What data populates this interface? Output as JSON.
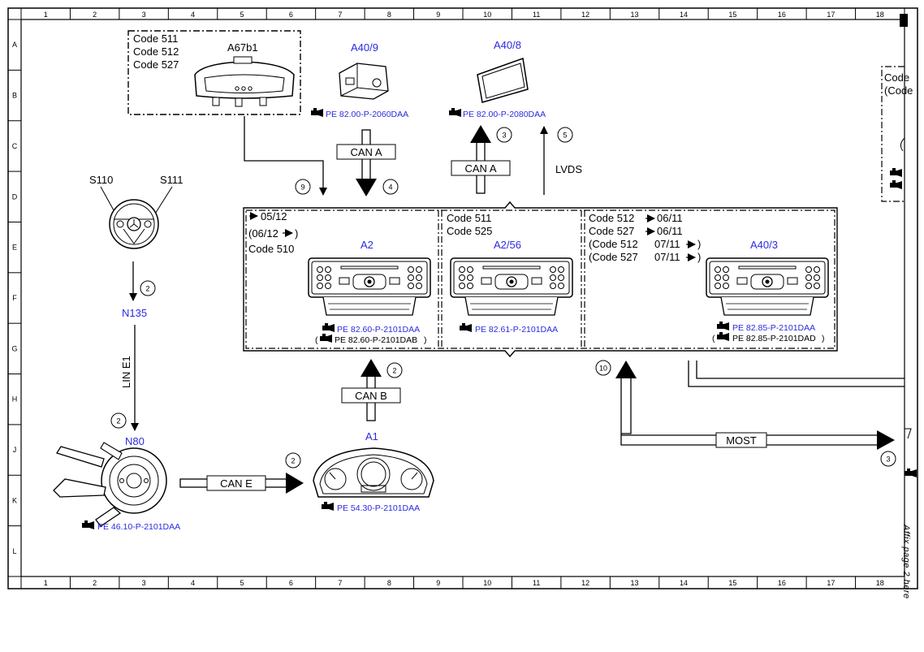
{
  "grid": {
    "columns": [
      "1",
      "2",
      "3",
      "4",
      "5",
      "6",
      "7",
      "8",
      "9",
      "10",
      "11",
      "12",
      "13",
      "14",
      "15",
      "16",
      "17",
      "18"
    ],
    "rows": [
      "A",
      "B",
      "C",
      "D",
      "E",
      "F",
      "G",
      "H",
      "J",
      "K",
      "L"
    ]
  },
  "components": {
    "a67b1": {
      "name": "A67b1",
      "codes": [
        "Code 511",
        "Code 512",
        "Code 527"
      ]
    },
    "a40_9": {
      "name": "A40/9",
      "ref": "PE 82.00-P-2060DAA"
    },
    "a40_8": {
      "name": "A40/8",
      "ref": "PE 82.00-P-2080DAA"
    },
    "s110": {
      "name": "S110"
    },
    "s111": {
      "name": "S111"
    },
    "n135": {
      "name": "N135"
    },
    "n80": {
      "name": "N80",
      "ref": "PE 46.10-P-2101DAA"
    },
    "a1": {
      "name": "A1",
      "ref": "PE 54.30-P-2101DAA"
    },
    "a2": {
      "name": "A2",
      "lines": [
        "05/12",
        "(06/12",
        ")",
        "Code 510"
      ],
      "ref": "PE 82.60-P-2101DAA",
      "ref2": "PE 82.60-P-2101DAB",
      "ref2_open": "(",
      "ref2_close": ")"
    },
    "a2_56": {
      "name": "A2/56",
      "codes": [
        "Code 511",
        "Code 525"
      ],
      "ref": "PE 82.61-P-2101DAA"
    },
    "a40_3": {
      "name": "A40/3",
      "lines": [
        "Code 512",
        "06/11",
        "Code 527",
        "06/11",
        "(Code 512",
        "07/11",
        ")",
        "(Code 527",
        "07/11",
        ")"
      ],
      "ref": "PE 82.85-P-2101DAA",
      "ref2": "PE 82.85-P-2101DAD",
      "ref2_open": "(",
      "ref2_close": ")"
    },
    "right_partial": {
      "lines": [
        "Code",
        "(Code"
      ]
    }
  },
  "connections": {
    "can_a_down": {
      "label": "CAN A",
      "number": "4"
    },
    "can_a_up": {
      "label": "CAN A",
      "number": "3"
    },
    "lvds": {
      "label": "LVDS",
      "number": "5"
    },
    "a67b1_line": {
      "number": "9"
    },
    "n135_in": {
      "number": "2"
    },
    "lin_e1": {
      "label": "LIN E1",
      "number": "2"
    },
    "can_e": {
      "label": "CAN E",
      "number": "2"
    },
    "can_b": {
      "label": "CAN B",
      "number": "2"
    },
    "most": {
      "label": "MOST",
      "number": "10",
      "number_out": "3"
    }
  },
  "footer": {
    "affix_note": "Affix page 2 here"
  }
}
